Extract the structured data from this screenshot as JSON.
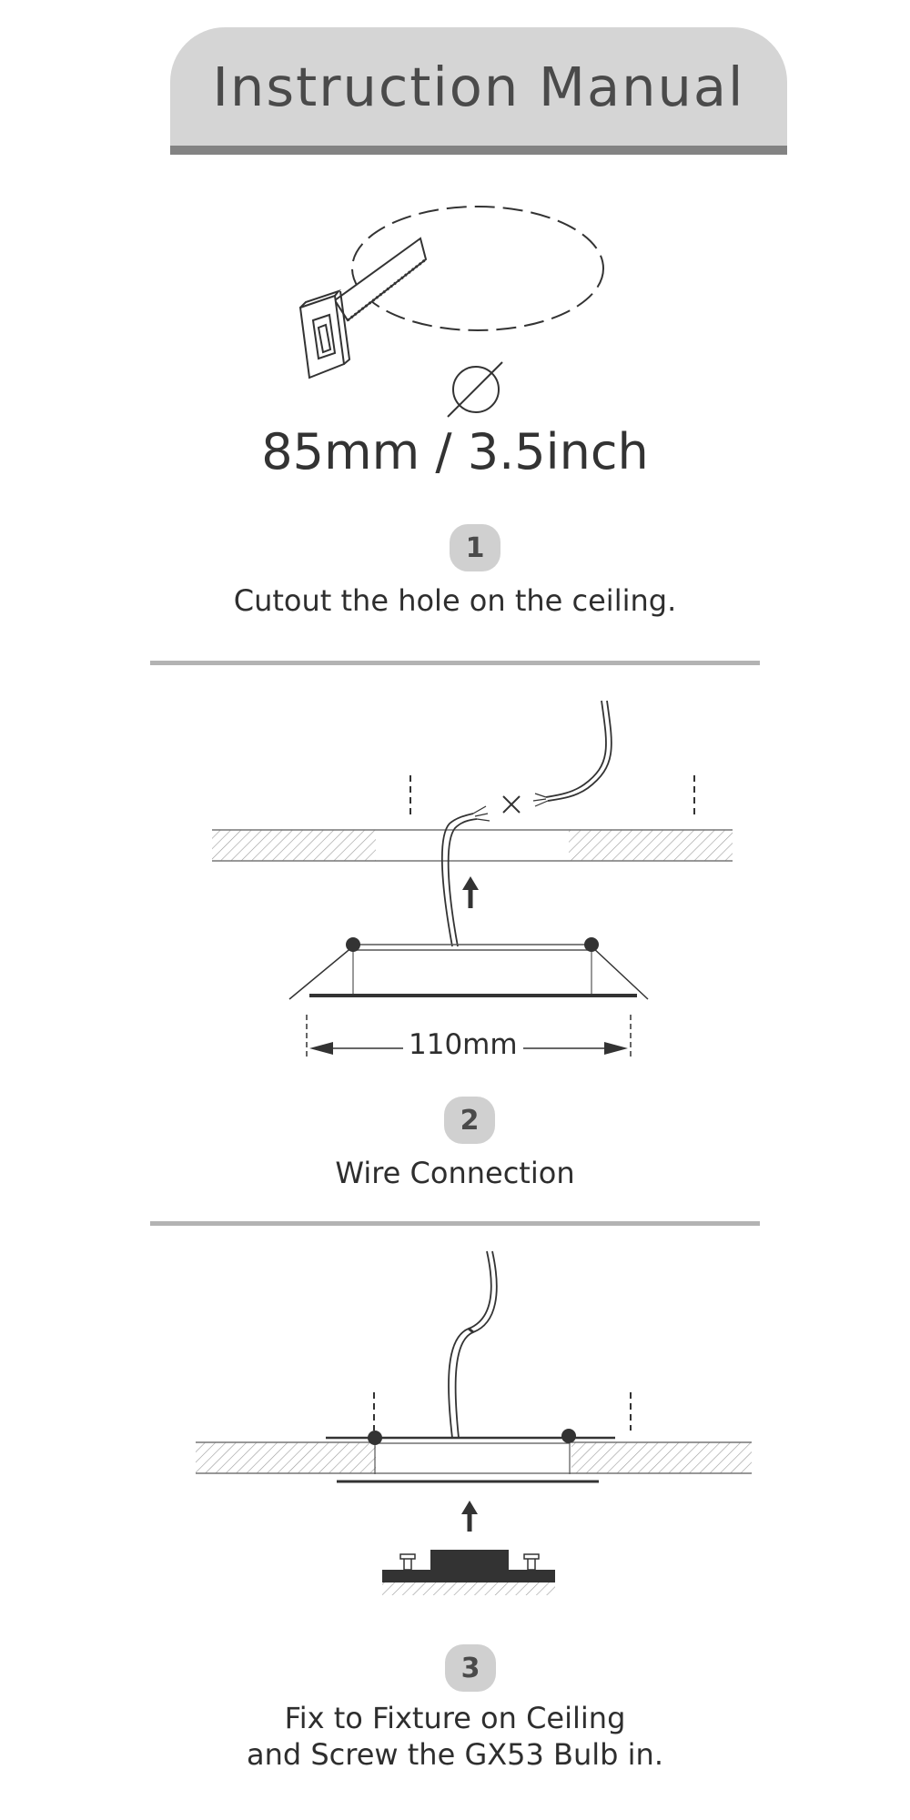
{
  "header": {
    "title": "Instruction Manual"
  },
  "steps": [
    {
      "number": "1",
      "measurement": "85mm / 3.5inch",
      "caption": "Cutout the hole on the ceiling."
    },
    {
      "number": "2",
      "dimension": "110mm",
      "caption": "Wire Connection"
    },
    {
      "number": "3",
      "caption_line1": "Fix to Fixture on Ceiling",
      "caption_line2": "and Screw the GX53 Bulb in."
    }
  ],
  "colors": {
    "header_bg": "#d5d5d5",
    "header_bar": "#838383",
    "separator": "#b3b3b3",
    "badge": "#d0d0d0"
  }
}
